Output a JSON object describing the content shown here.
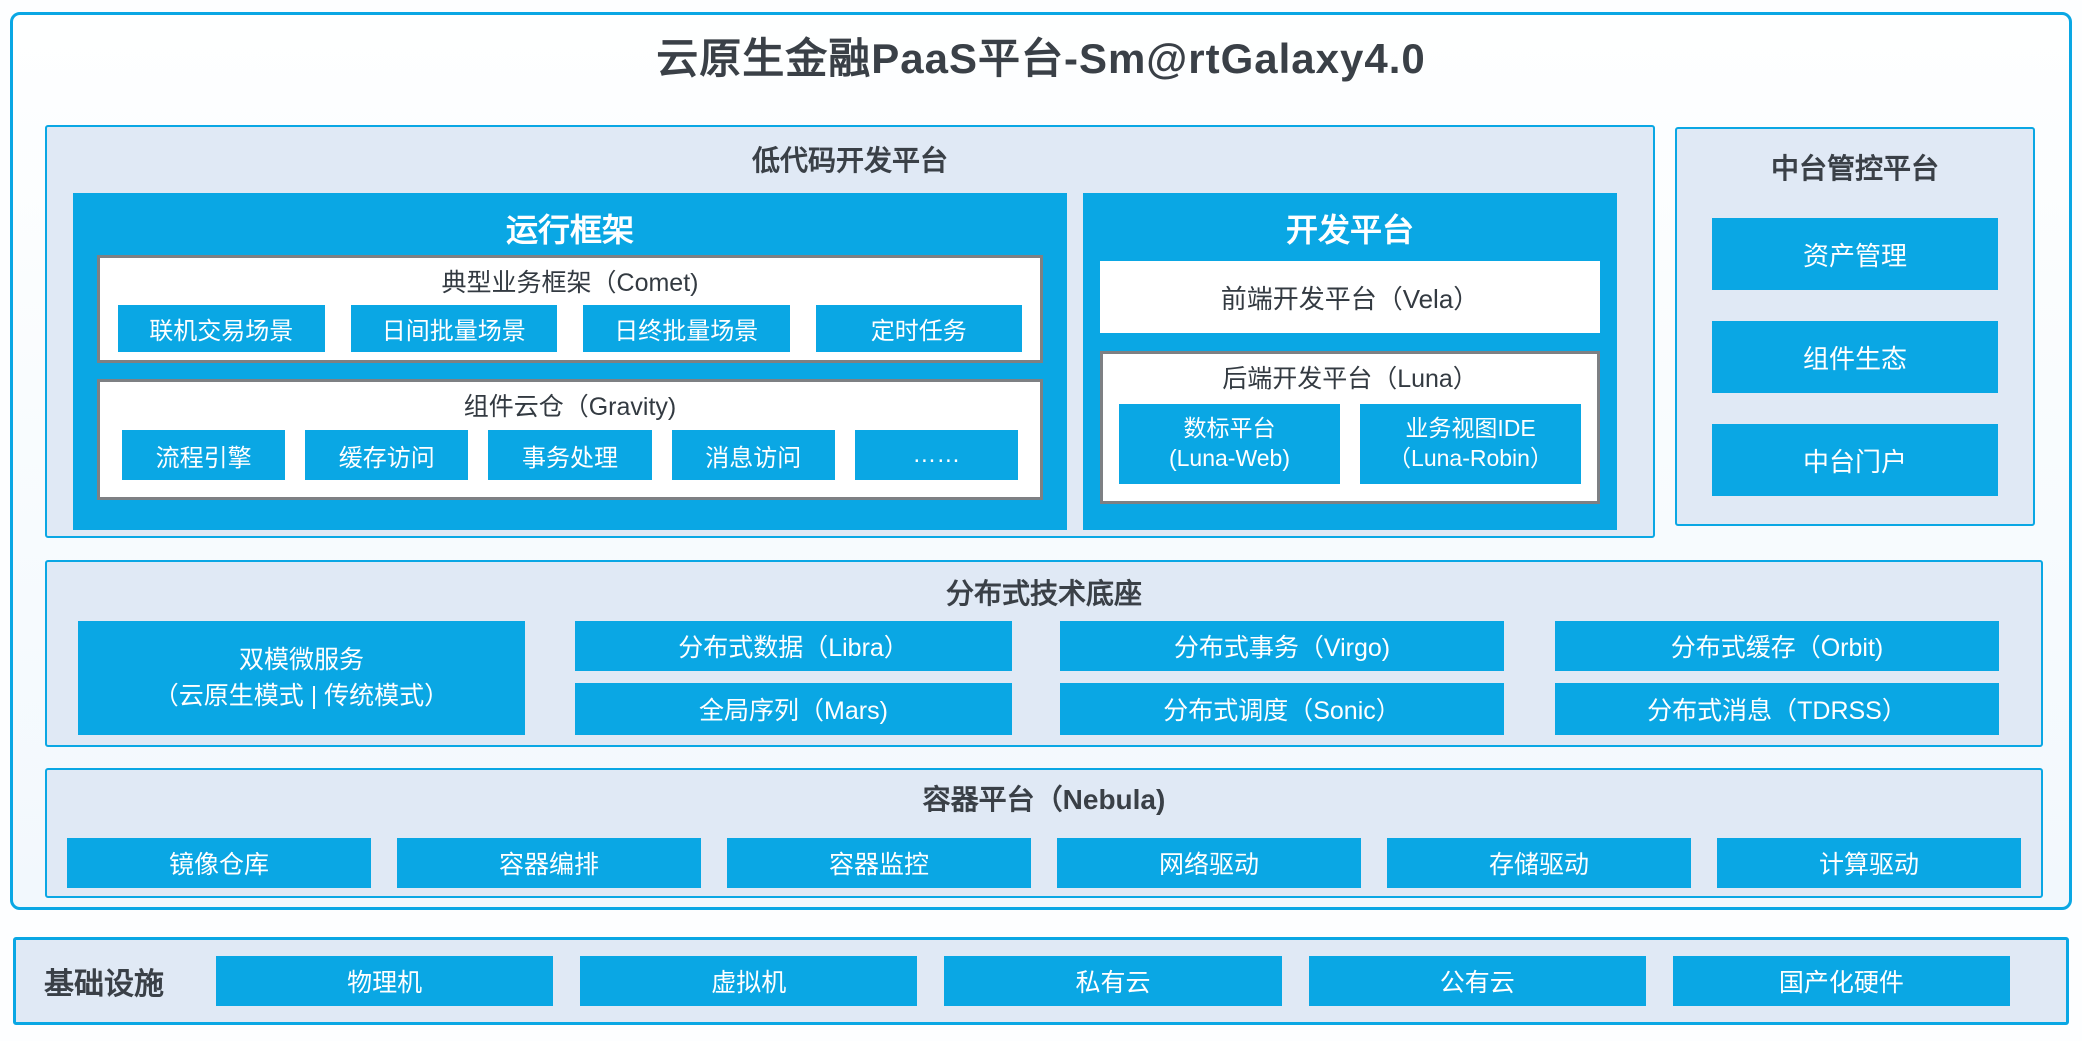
{
  "colors": {
    "accent_blue": "#0AA7E4",
    "panel_bg": "#E0E9F5",
    "dark_text": "#3A4047",
    "gray_border": "#7E8083",
    "white": "#FFFFFF"
  },
  "main_title": "云原生金融PaaS平台-Sm@rtGalaxy4.0",
  "low_code": {
    "title": "低代码开发平台",
    "runtime": {
      "title": "运行框架",
      "comet": {
        "title": "典型业务框架（Comet)",
        "items": [
          "联机交易场景",
          "日间批量场景",
          "日终批量场景",
          "定时任务"
        ]
      },
      "gravity": {
        "title": "组件云仓（Gravity)",
        "items": [
          "流程引擎",
          "缓存访问",
          "事务处理",
          "消息访问",
          "……"
        ]
      }
    },
    "dev": {
      "title": "开发平台",
      "vela": "前端开发平台（Vela）",
      "luna": {
        "title": "后端开发平台（Luna）",
        "items": [
          {
            "line1": "数标平台",
            "line2": "(Luna-Web)"
          },
          {
            "line1": "业务视图IDE",
            "line2": "（Luna-Robin）"
          }
        ]
      }
    }
  },
  "mid_platform": {
    "title": "中台管控平台",
    "items": [
      "资产管理",
      "组件生态",
      "中台门户"
    ]
  },
  "distributed": {
    "title": "分布式技术底座",
    "dual_mode": {
      "line1": "双模微服务",
      "line2": "（云原生模式 | 传统模式）"
    },
    "boxes": [
      "分布式数据（Libra）",
      "全局序列（Mars)",
      "分布式事务（Virgo)",
      "分布式调度（Sonic）",
      "分布式缓存（Orbit)",
      "分布式消息（TDRSS）"
    ]
  },
  "container_platform": {
    "title": "容器平台（Nebula)",
    "items": [
      "镜像仓库",
      "容器编排",
      "容器监控",
      "网络驱动",
      "存储驱动",
      "计算驱动"
    ]
  },
  "infrastructure": {
    "title": "基础设施",
    "items": [
      "物理机",
      "虚拟机",
      "私有云",
      "公有云",
      "国产化硬件"
    ]
  }
}
